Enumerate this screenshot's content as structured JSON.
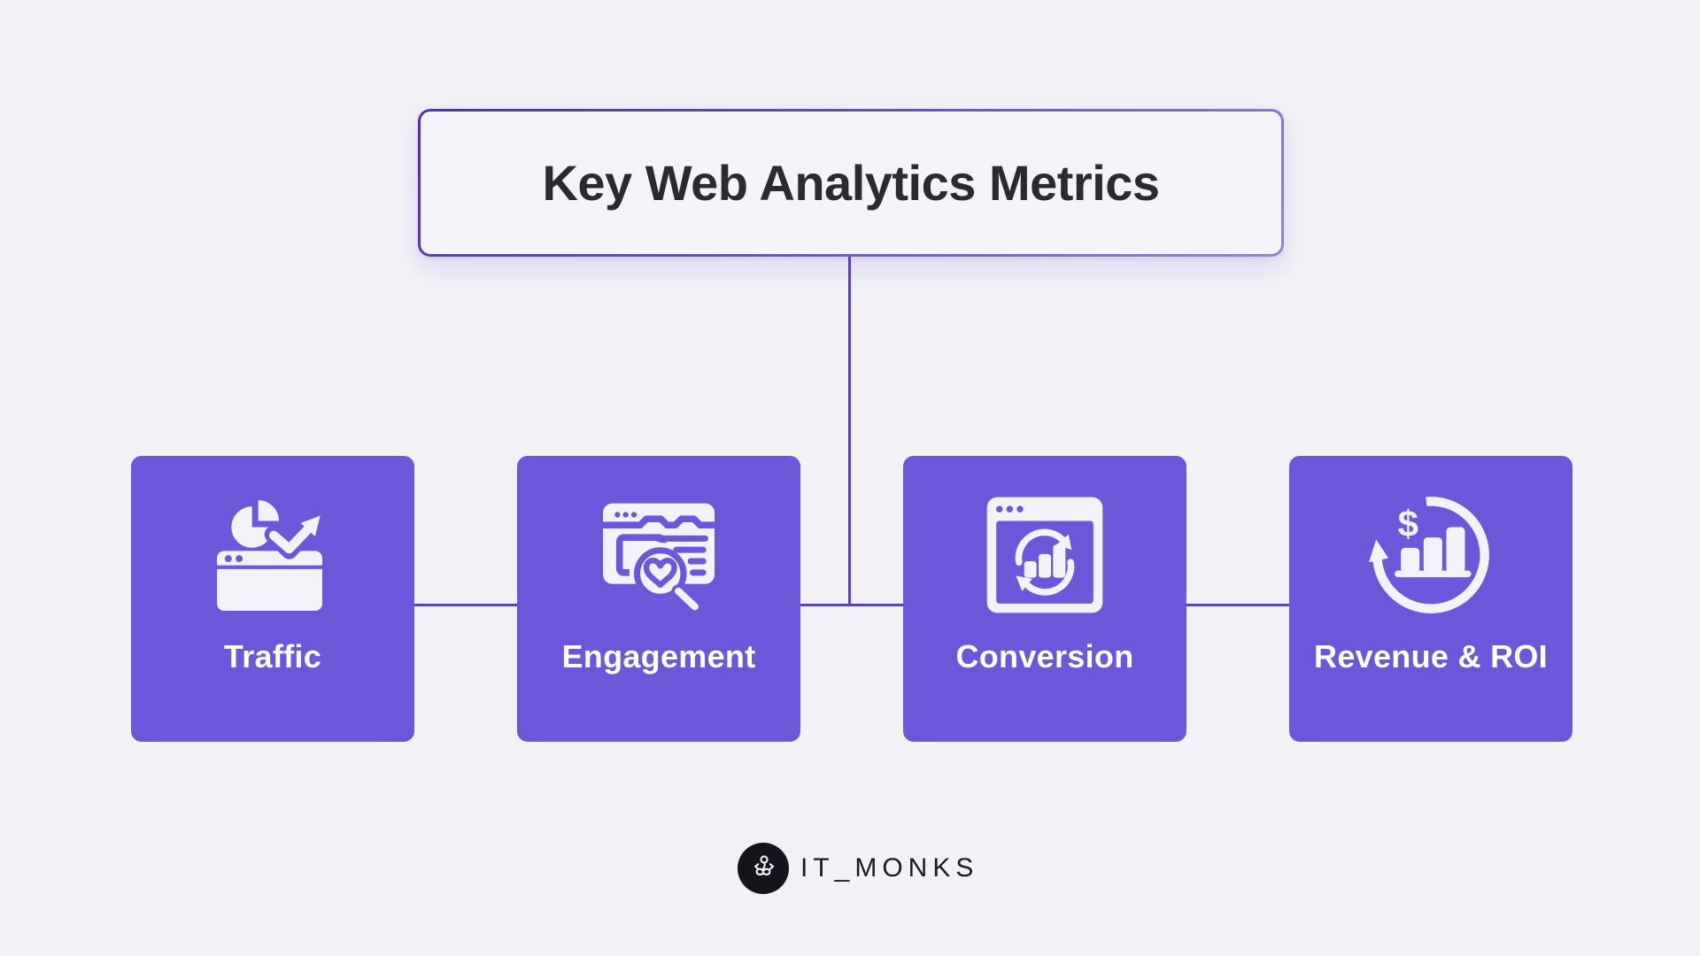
{
  "page": {
    "background_color": "#F1F1F6",
    "card_color": "#6C57DB",
    "connector_color": "#5B42B6",
    "title_border_gradient": [
      "#5331B0",
      "#9C7CE0"
    ],
    "title_text_color": "#2B2A31",
    "icon_color": "#F3F2FA"
  },
  "header": {
    "title": "Key Web Analytics Metrics"
  },
  "cards": [
    {
      "label": "Traffic",
      "icon": "traffic-pie-trend-arrow-icon"
    },
    {
      "label": "Engagement",
      "icon": "browser-heart-magnifier-icon"
    },
    {
      "label": "Conversion",
      "icon": "browser-sync-bars-icon"
    },
    {
      "label": "Revenue & ROI",
      "icon": "dollar-bars-cycle-icon"
    }
  ],
  "footer": {
    "brand": "IT_MONKS",
    "logo_icon": "meditating-monk-icon",
    "logo_background": "#14141D"
  }
}
